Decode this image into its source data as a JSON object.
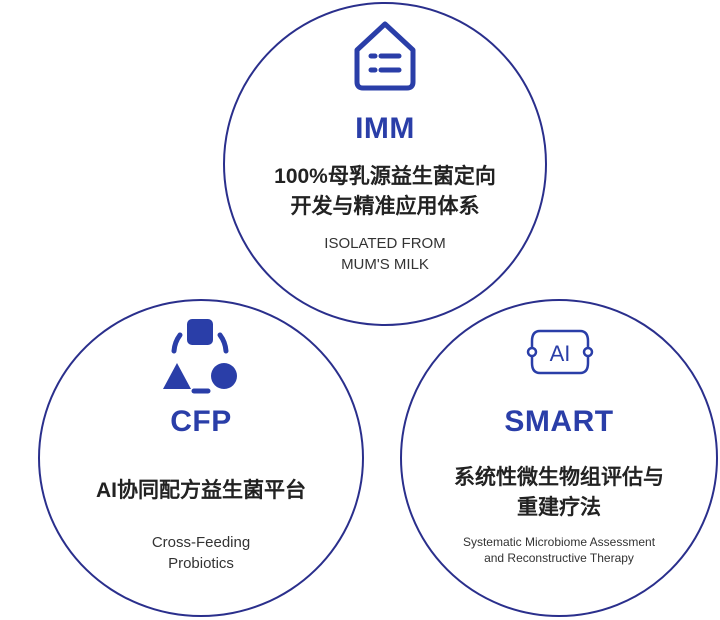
{
  "colors": {
    "circle_border": "#2a2f8c",
    "accent": "#2a3ea8",
    "text": "#222222"
  },
  "circles": [
    {
      "acronym": "IMM",
      "title_zh_line1": "100%母乳源益生菌定向",
      "title_zh_line2": "开发与精准应用体系",
      "subtitle_en_line1": "ISOLATED FROM",
      "subtitle_en_line2": "MUM'S MILK",
      "icon": "house-list-icon"
    },
    {
      "acronym": "CFP",
      "title_zh_line1": "AI协同配方益生菌平台",
      "subtitle_en_line1": "Cross-Feeding",
      "subtitle_en_line2": "Probiotics",
      "icon": "shapes-cycle-icon"
    },
    {
      "acronym": "SMART",
      "title_zh_line1": "系统性微生物组评估与",
      "title_zh_line2": "重建疗法",
      "subtitle_en_line1": "Systematic Microbiome Assessment",
      "subtitle_en_line2": "and Reconstructive Therapy",
      "icon": "ai-chip-icon"
    }
  ]
}
